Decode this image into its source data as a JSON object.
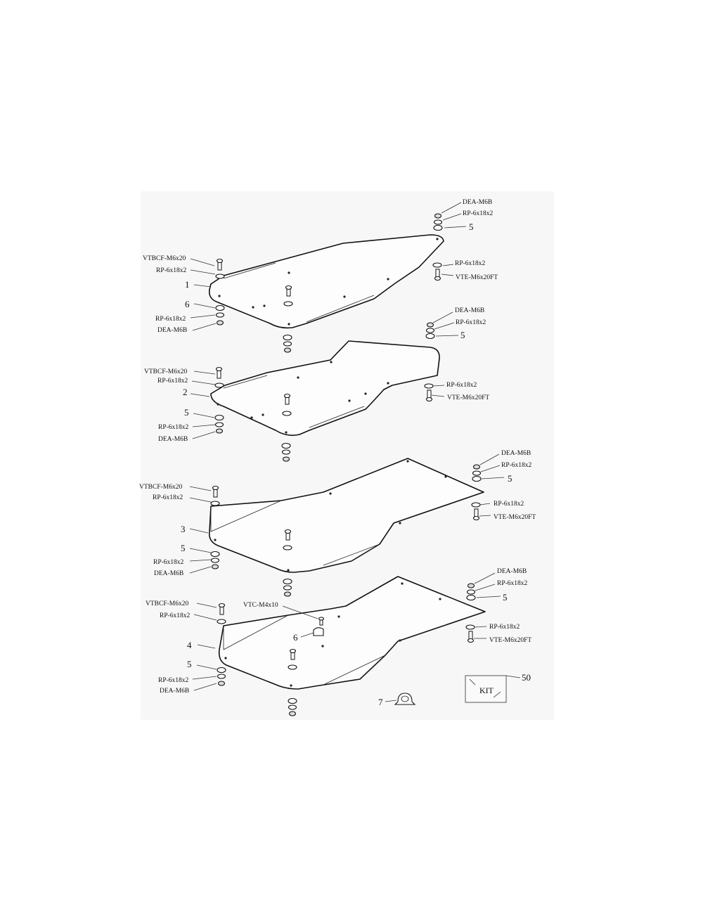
{
  "diagram": {
    "items": {
      "dea": "DEA-M6B",
      "rp": "RP-6x18x2",
      "vtbcf": "VTBCF-M6x20",
      "vte": "VTE-M6x20FT",
      "vtc": "VTC-M4x10"
    },
    "callouts": {
      "n1": "1",
      "n2": "2",
      "n3": "3",
      "n4": "4",
      "n5": "5",
      "n6": "6",
      "n7": "7",
      "n50": "50"
    },
    "kit_label": "KIT"
  }
}
